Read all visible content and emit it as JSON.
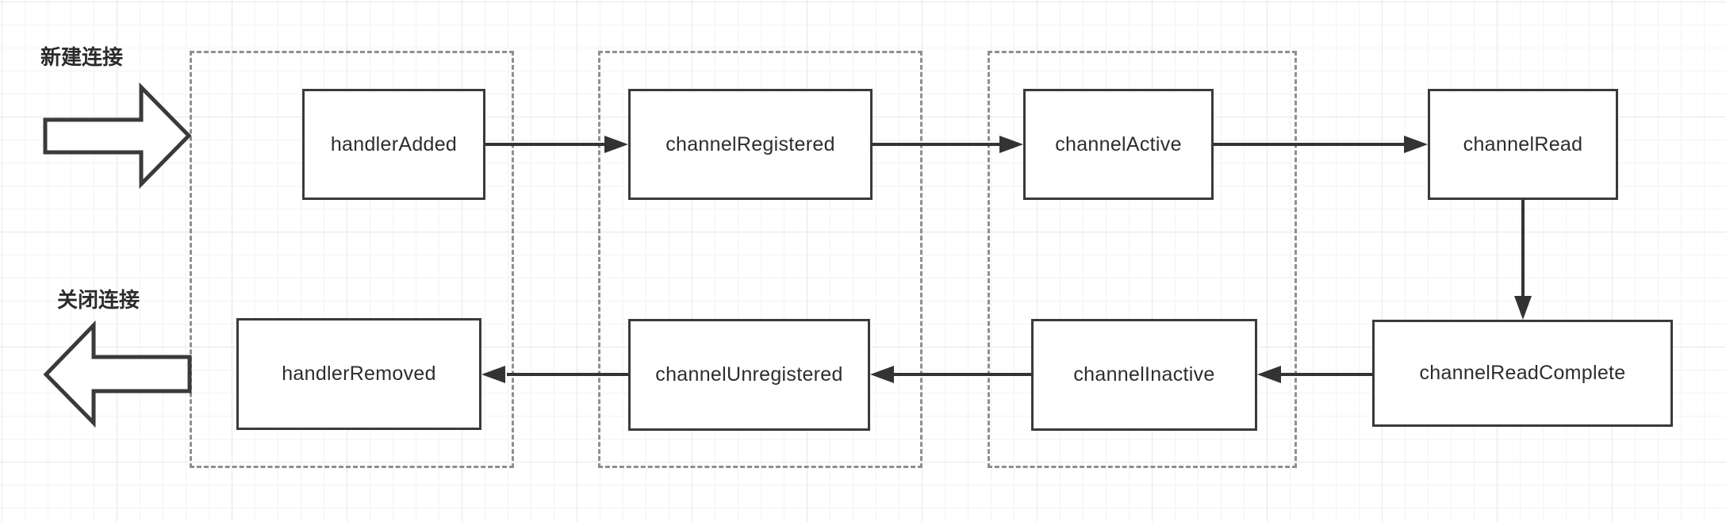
{
  "diagram": {
    "type": "flowchart",
    "annotations": {
      "new_connection": "新建连接",
      "close_connection": "关闭连接"
    },
    "nodes": [
      {
        "id": "handlerAdded",
        "label": "handlerAdded",
        "row": "top"
      },
      {
        "id": "channelRegistered",
        "label": "channelRegistered",
        "row": "top"
      },
      {
        "id": "channelActive",
        "label": "channelActive",
        "row": "top"
      },
      {
        "id": "channelRead",
        "label": "channelRead",
        "row": "top"
      },
      {
        "id": "channelReadComplete",
        "label": "channelReadComplete",
        "row": "bottom"
      },
      {
        "id": "channelInactive",
        "label": "channelInactive",
        "row": "bottom"
      },
      {
        "id": "channelUnregistered",
        "label": "channelUnregistered",
        "row": "bottom"
      },
      {
        "id": "handlerRemoved",
        "label": "handlerRemoved",
        "row": "bottom"
      }
    ],
    "edges": [
      {
        "from": "handlerAdded",
        "to": "channelRegistered"
      },
      {
        "from": "channelRegistered",
        "to": "channelActive"
      },
      {
        "from": "channelActive",
        "to": "channelRead"
      },
      {
        "from": "channelRead",
        "to": "channelReadComplete"
      },
      {
        "from": "channelReadComplete",
        "to": "channelInactive"
      },
      {
        "from": "channelInactive",
        "to": "channelUnregistered"
      },
      {
        "from": "channelUnregistered",
        "to": "handlerRemoved"
      }
    ],
    "groups": [
      {
        "contains": [
          "handlerAdded",
          "handlerRemoved"
        ]
      },
      {
        "contains": [
          "channelRegistered",
          "channelUnregistered"
        ]
      },
      {
        "contains": [
          "channelActive",
          "channelInactive"
        ]
      }
    ],
    "colors": {
      "background": "#ffffff",
      "grid_minor": "#f3f3f6",
      "grid_major": "#e7e7eb",
      "node_border": "#3a3a3a",
      "node_fill": "#ffffff",
      "text": "#2d2d2d",
      "arrow": "#333333",
      "group_border": "#8f8f8f"
    }
  }
}
